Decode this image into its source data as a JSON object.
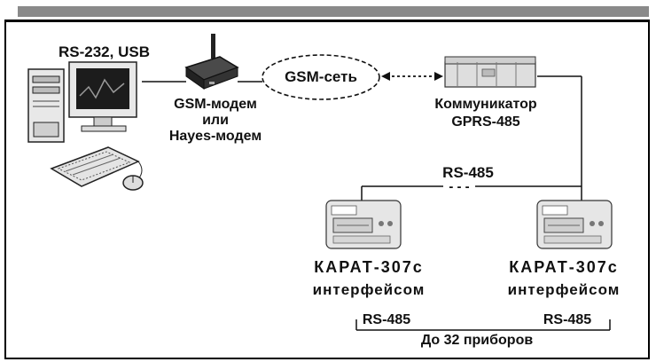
{
  "diagram": {
    "pc_interfaces": "RS-232, USB",
    "modem": {
      "line1": "GSM-модем",
      "line2": "или",
      "line3": "Hayes-модем"
    },
    "network": "GSM-сеть",
    "communicator": {
      "line1": "Коммуникатор",
      "line2": "GPRS-485"
    },
    "bus": {
      "label": "RS-485",
      "dashes": "- - -"
    },
    "meters": [
      {
        "line1": "КАРАТ-307с",
        "line2": "интерфейсом",
        "port": "RS-485"
      },
      {
        "line1": "КАРАТ-307с",
        "line2": "интерфейсом",
        "port": "RS-485"
      }
    ],
    "capacity": "До 32 приборов"
  },
  "colors": {
    "frame": "#000000",
    "top_strip": "#8a8a8a",
    "device_light": "#e2e2e2",
    "device_dark": "#333333"
  },
  "icons": [
    "desktop-computer-icon",
    "monitor-icon",
    "keyboard-icon",
    "mouse-icon",
    "gsm-modem-icon",
    "communicator-icon",
    "meter-icon"
  ]
}
